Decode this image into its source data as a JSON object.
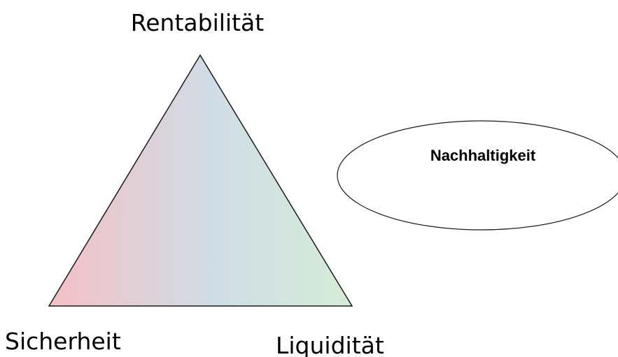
{
  "labels": {
    "top": "Rentabilität",
    "bottom_left": "Sicherheit",
    "bottom_right": "Liquidität",
    "ellipse": "Nachhaltigkeit"
  },
  "colors": {
    "gradient_left": "#f4c0c4",
    "gradient_middle": "#cfdde6",
    "gradient_right": "#d6ecd6",
    "stroke": "#1a1a1a"
  },
  "icons": {
    "triangle": "magic-triangle-shape",
    "ellipse": "ellipse-shape"
  }
}
